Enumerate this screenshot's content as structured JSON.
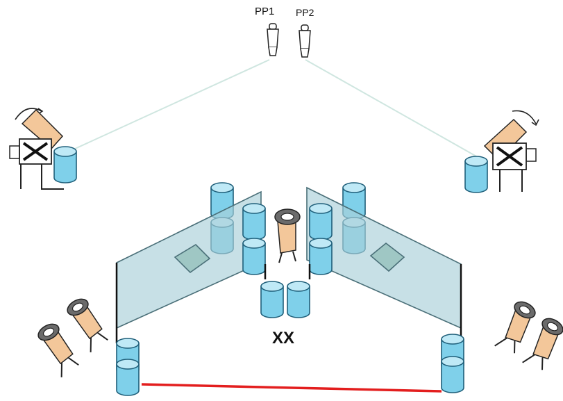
{
  "labels": {
    "pp1": "PP1",
    "pp2": "PP2",
    "center": "XX"
  },
  "colors": {
    "cylinder_fill": "#7fd0ea",
    "cylinder_top": "#bfe9f6",
    "cylinder_stroke": "#1f5f7a",
    "panel_fill": "#a9cfd8",
    "panel_stroke": "#4a6f78",
    "skin": "#f3c79a",
    "cap": "#6b6b6b",
    "base_line": "#e31e1e",
    "sight_line": "#cfe6e0"
  },
  "icons": [
    "player-pp1-icon",
    "player-pp2-icon",
    "rotating-arm-left-icon",
    "rotating-arm-right-icon",
    "figure-center-icon",
    "figure-left-icon",
    "figure-right-icon"
  ]
}
